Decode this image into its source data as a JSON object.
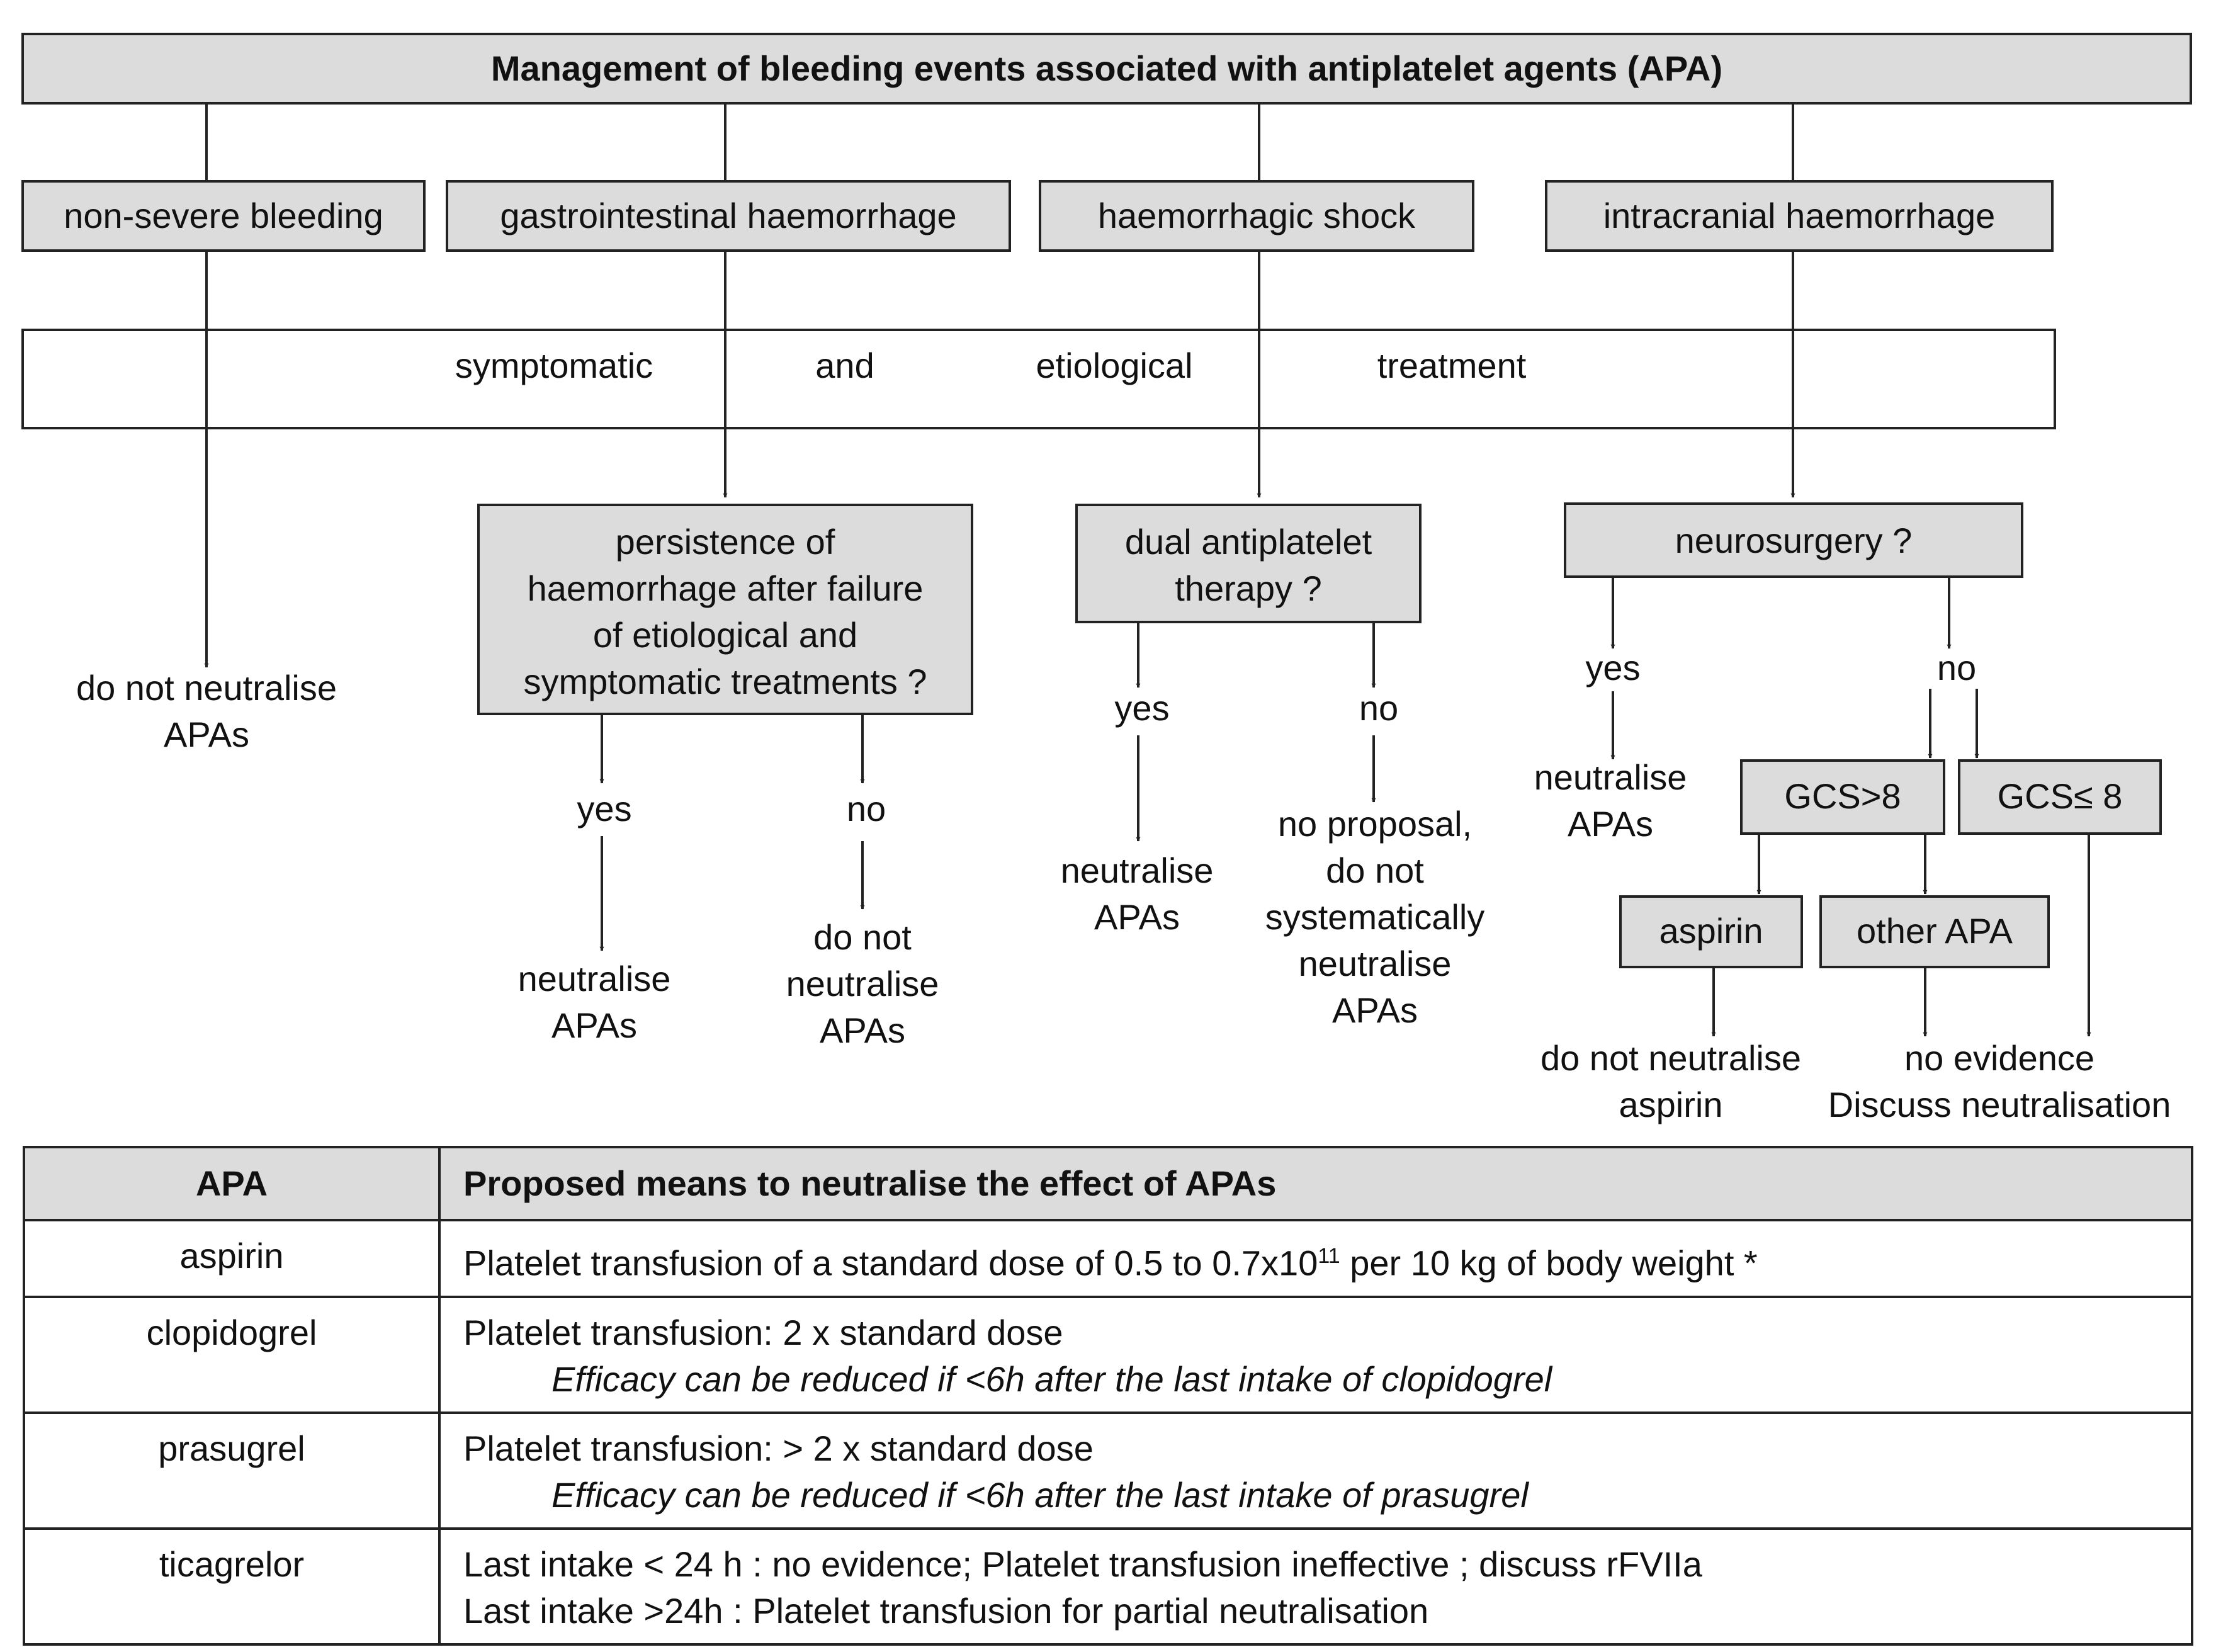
{
  "flowchart": {
    "title": "Management of bleeding events associated with antiplatelet agents (APA)",
    "categories": {
      "non_severe": "non-severe bleeding",
      "gastrointestinal": "gastrointestinal haemorrhage",
      "shock": "haemorrhagic shock",
      "intracranial": "intracranial haemorrhage"
    },
    "treatment_band": [
      "symptomatic",
      "and",
      "etiological",
      "treatment"
    ],
    "non_severe_outcome": [
      "do not neutralise",
      "APAs"
    ],
    "gi": {
      "question": [
        "persistence of",
        "haemorrhage after failure",
        "of etiological and",
        "symptomatic treatments ?"
      ],
      "yes": "yes",
      "no": "no",
      "yes_outcome": [
        "neutralise",
        "APAs"
      ],
      "no_outcome": [
        "do not",
        "neutralise",
        "APAs"
      ]
    },
    "shock": {
      "question": [
        "dual antiplatelet",
        "therapy ?"
      ],
      "yes": "yes",
      "no": "no",
      "yes_outcome": [
        "neutralise",
        "APAs"
      ],
      "no_outcome": [
        "no proposal,",
        "do not",
        "systematically",
        "neutralise",
        "APAs"
      ]
    },
    "intracranial": {
      "question": "neurosurgery ?",
      "yes": "yes",
      "no": "no",
      "yes_outcome": [
        "neutralise",
        "APAs"
      ],
      "gcs_high": "GCS>8",
      "gcs_low": "GCS≤ 8",
      "aspirin": "aspirin",
      "other_apa": "other APA",
      "aspirin_outcome": [
        "do not neutralise",
        "aspirin"
      ],
      "other_outcome": [
        "no evidence",
        "Discuss neutralisation"
      ]
    }
  },
  "table": {
    "headers": [
      "APA",
      "Proposed means to neutralise the effect of APAs"
    ],
    "rows": [
      {
        "apa": "aspirin",
        "lines": [
          {
            "text": "Platelet transfusion of a standard dose of 0.5 to 0.7x10",
            "sup": "11",
            "after": " per 10 kg of body weight *"
          }
        ],
        "note": ""
      },
      {
        "apa": "clopidogrel",
        "lines": [
          {
            "text": "Platelet transfusion:   2 x standard dose"
          }
        ],
        "note": "Efficacy can be reduced if  <6h after the last intake of clopidogrel"
      },
      {
        "apa": "prasugrel",
        "lines": [
          {
            "text": "Platelet transfusion: > 2 x standard dose"
          }
        ],
        "note": "Efficacy can be reduced if  <6h after the last intake of prasugrel"
      },
      {
        "apa": "ticagrelor",
        "lines": [
          {
            "text": "Last intake < 24 h : no evidence; Platelet transfusion ineffective ; discuss rFVIIa"
          },
          {
            "text": "Last intake >24h :  Platelet transfusion for partial neutralisation"
          }
        ],
        "note": ""
      }
    ]
  }
}
